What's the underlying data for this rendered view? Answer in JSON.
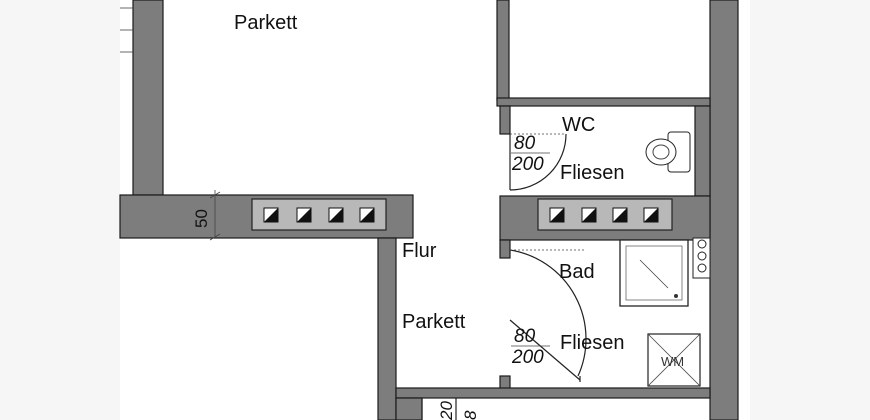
{
  "rooms": {
    "top_left_floor": "Parkett",
    "wc_name": "WC",
    "wc_floor": "Fliesen",
    "flur_name": "Flur",
    "flur_floor": "Parkett",
    "bad_name": "Bad",
    "bad_floor": "Fliesen"
  },
  "dimensions": {
    "wall_thickness": "50",
    "wc_door_width": "80",
    "wc_door_height": "200",
    "bad_door_width": "80",
    "bad_door_height": "200",
    "bottom_door_height": "20",
    "bottom_door_width": "8"
  },
  "fixtures": {
    "washer_label": "WM"
  },
  "colors": {
    "wall": "#7d7d7d",
    "floor": "#ffffff",
    "background": "#f6f6f6"
  }
}
